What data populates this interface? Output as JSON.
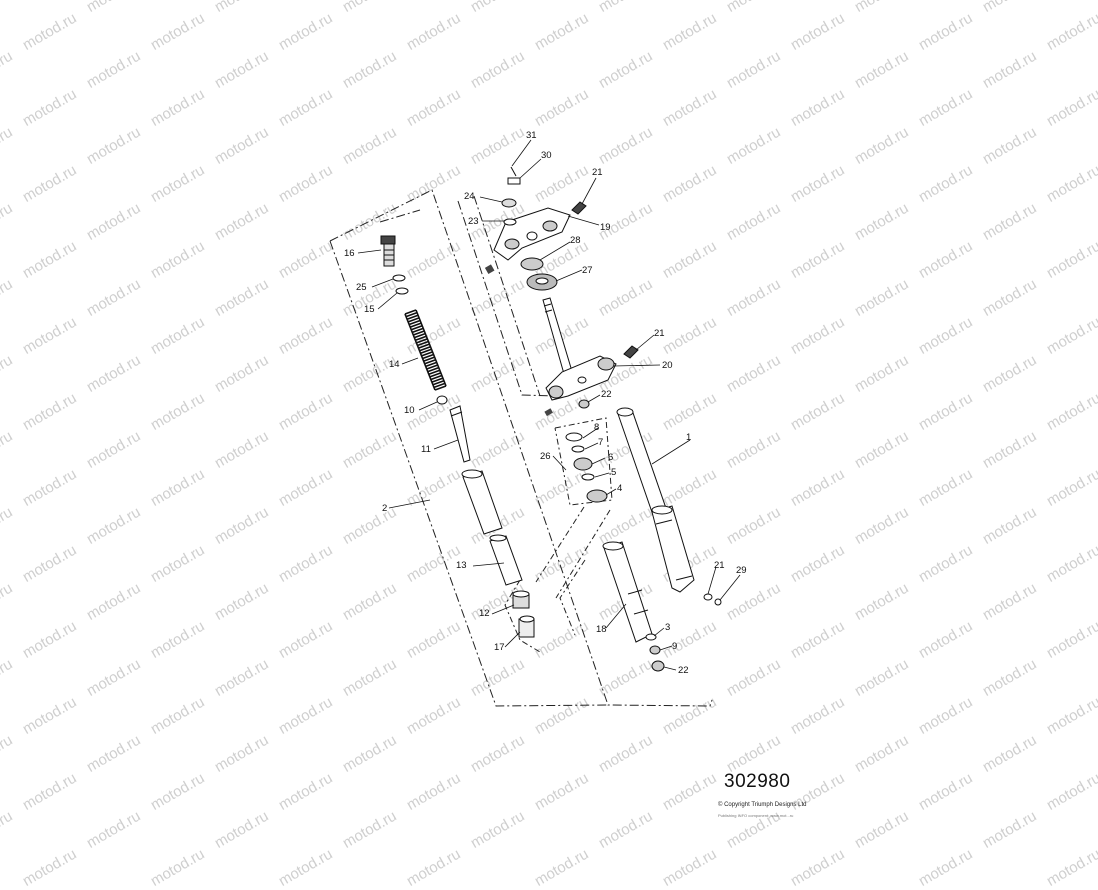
{
  "watermark": "motod.ru",
  "reference_number": "302980",
  "copyright": "© Copyright Triumph Designs Ltd",
  "copyright_sub": "Publishing INFO component: www.mot...ru",
  "callouts": [
    "31",
    "30",
    "24",
    "21",
    "23",
    "19",
    "28",
    "16",
    "27",
    "25",
    "15",
    "21",
    "14",
    "20",
    "10",
    "22",
    "8",
    "7",
    "11",
    "26",
    "1",
    "6",
    "5",
    "4",
    "2",
    "13",
    "21",
    "29",
    "12",
    "18",
    "3",
    "9",
    "17",
    "22"
  ]
}
